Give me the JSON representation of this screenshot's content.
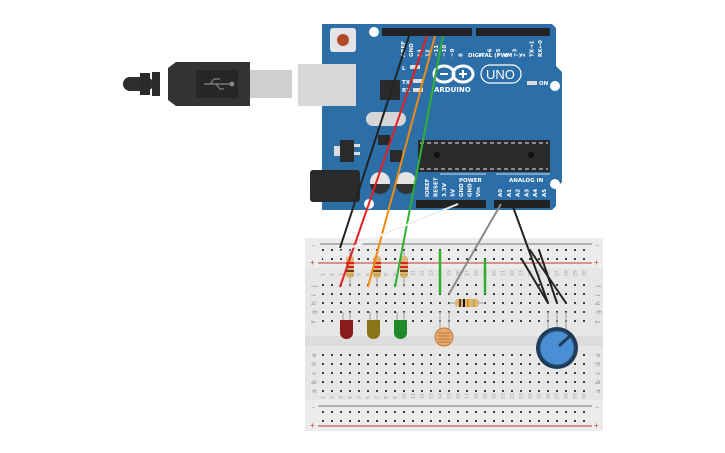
{
  "board": {
    "name": "Arduino UNO",
    "brand_label": "ARDUINO",
    "model_label": "UNO",
    "digital_header_label": "DIGITAL (PWM ~)",
    "power_label": "POWER",
    "analog_label": "ANALOG IN",
    "on_label": "ON",
    "led_labels": [
      "L",
      "TX",
      "RX"
    ],
    "digital_pins": [
      "AREF",
      "GND",
      "13",
      "12",
      "~11",
      "~10",
      "~9",
      "8",
      "7",
      "~6",
      "~5",
      "4",
      "~3",
      "2",
      "TX→1",
      "RX←0"
    ],
    "power_pins": [
      "IOREF",
      "RESET",
      "3.3V",
      "5V",
      "GND",
      "GND",
      "Vin"
    ],
    "analog_pins": [
      "A0",
      "A1",
      "A2",
      "A3",
      "A4",
      "A5"
    ],
    "color": "#2b6ea8"
  },
  "usb_cable": {
    "label": "USB cable",
    "icon": "usb-icon"
  },
  "breadboard": {
    "columns": [
      "1",
      "2",
      "3",
      "4",
      "5",
      "6",
      "7",
      "8",
      "9",
      "10",
      "11",
      "12",
      "13",
      "14",
      "15",
      "16",
      "17",
      "18",
      "19",
      "20",
      "21",
      "22",
      "23",
      "24",
      "25",
      "26",
      "27",
      "28",
      "29",
      "30"
    ],
    "rows_top": [
      "j",
      "i",
      "h",
      "g",
      "f"
    ],
    "rows_bottom": [
      "e",
      "d",
      "c",
      "b",
      "a"
    ],
    "rail_minus": "−",
    "rail_plus": "+"
  },
  "components": {
    "leds": [
      {
        "name": "red LED",
        "color": "#8b1a1a"
      },
      {
        "name": "yellow LED",
        "color": "#8a7418"
      },
      {
        "name": "green LED",
        "color": "#1e8a2a"
      }
    ],
    "resistors": [
      "220Ω resistor",
      "220Ω resistor",
      "220Ω resistor",
      "10kΩ resistor"
    ],
    "photoresistor": "photoresistor (LDR)",
    "potentiometer": "potentiometer"
  },
  "wires": [
    {
      "from": "GND",
      "to": "breadboard ground rail",
      "color": "#222222"
    },
    {
      "from": "13",
      "to": "red LED resistor",
      "color": "#e02020"
    },
    {
      "from": "12",
      "to": "yellow LED resistor",
      "color": "#f08a10"
    },
    {
      "from": "~11",
      "to": "green LED resistor",
      "color": "#30b030"
    },
    {
      "from": "5V",
      "to": "breadboard power rail",
      "color": "#ffffff"
    },
    {
      "from": "A0",
      "to": "photoresistor",
      "color": "#8a8a8a"
    },
    {
      "from": "A1",
      "to": "potentiometer",
      "color": "#222222"
    }
  ]
}
